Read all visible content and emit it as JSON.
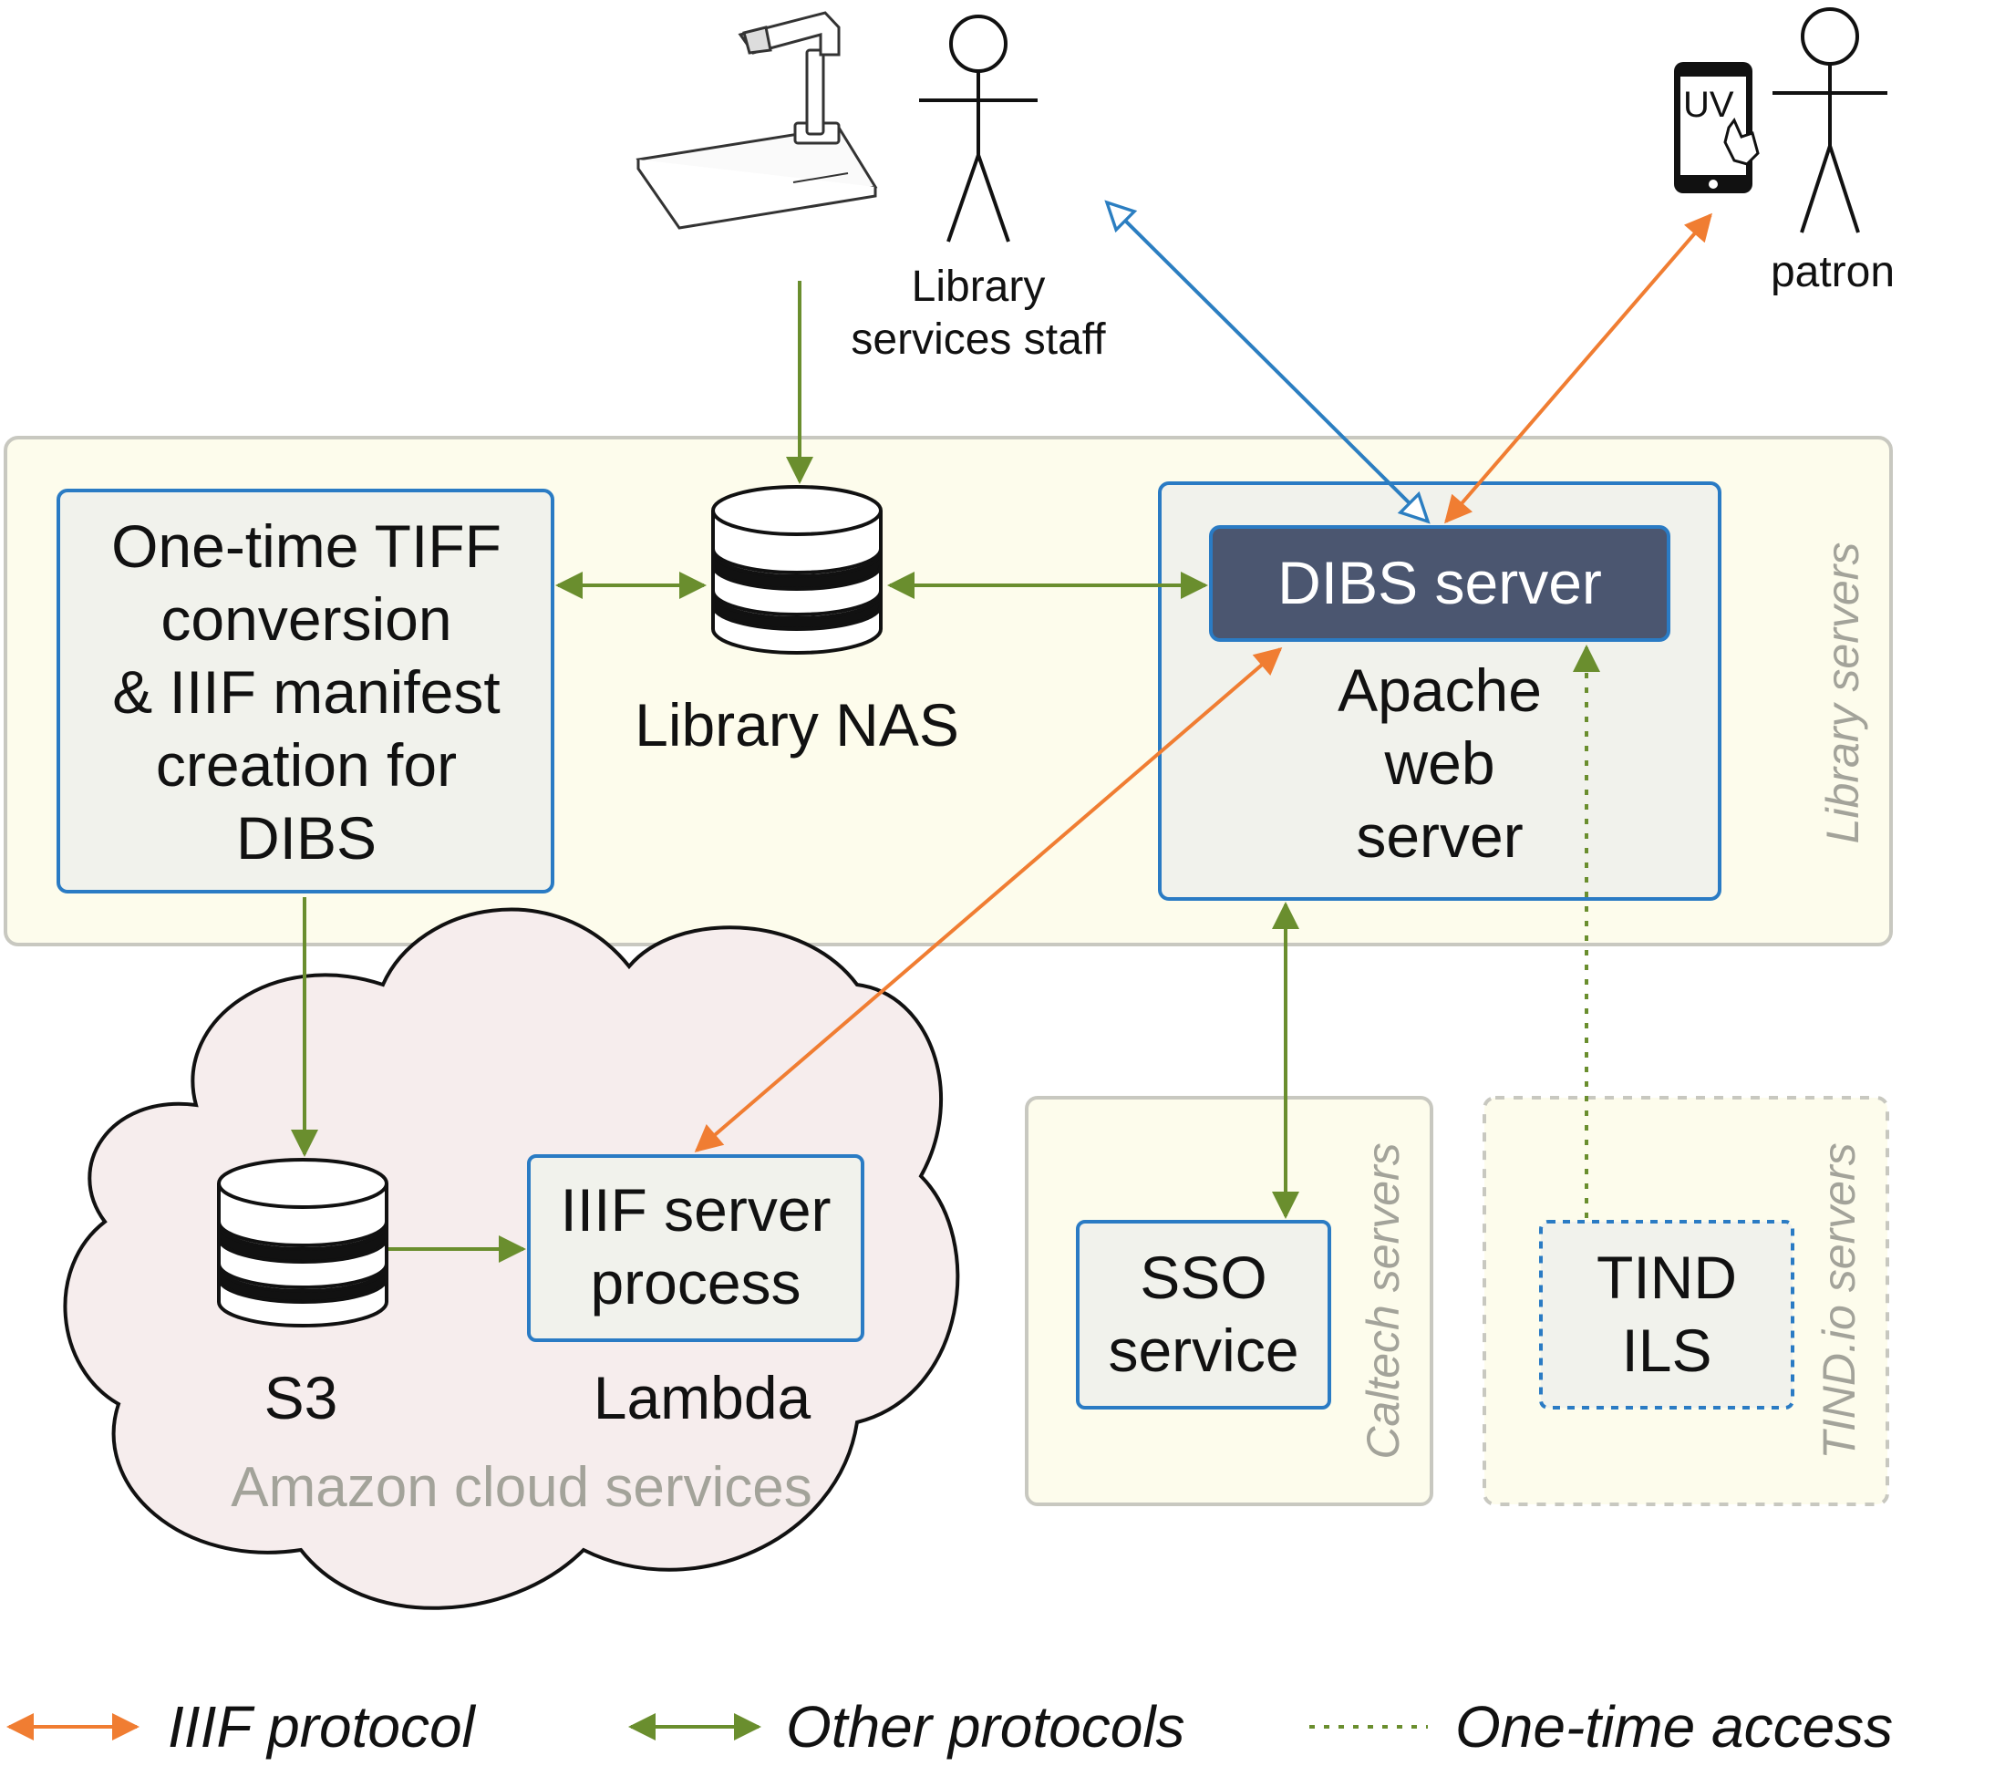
{
  "actors": {
    "staff_label_line1": "Library",
    "staff_label_line2": "services staff",
    "patron_label": "patron",
    "phone_screen_text": "UV"
  },
  "zones": {
    "library_servers": "Library servers",
    "caltech_servers": "Caltech servers",
    "tind_servers": "TIND.io servers",
    "amazon": "Amazon cloud services"
  },
  "nodes": {
    "tiff_box": [
      "One-time TIFF",
      "conversion",
      "& IIIF manifest",
      "creation for",
      "DIBS"
    ],
    "nas_label": "Library NAS",
    "dibs_server": "DIBS server",
    "apache": [
      "Apache",
      "web",
      "server"
    ],
    "iiif_server": [
      "IIIF server",
      "process"
    ],
    "s3_label": "S3",
    "lambda_label": "Lambda",
    "sso": [
      "SSO",
      "service"
    ],
    "tind": [
      "TIND",
      "ILS"
    ]
  },
  "legend": {
    "iiif": "IIIF protocol",
    "other": "Other protocols",
    "onetime": "One-time access"
  },
  "colors": {
    "orange": "#f07d32",
    "green": "#6a8e2e",
    "blue": "#2b7ec1",
    "box_border": "#2a7bc4",
    "box_fill": "#f1f2ec",
    "zone_fill": "#fdfcec",
    "zone_border": "#c8c8c0",
    "dibs_fill": "#4b5670",
    "cloud_fill": "#f6eded"
  }
}
